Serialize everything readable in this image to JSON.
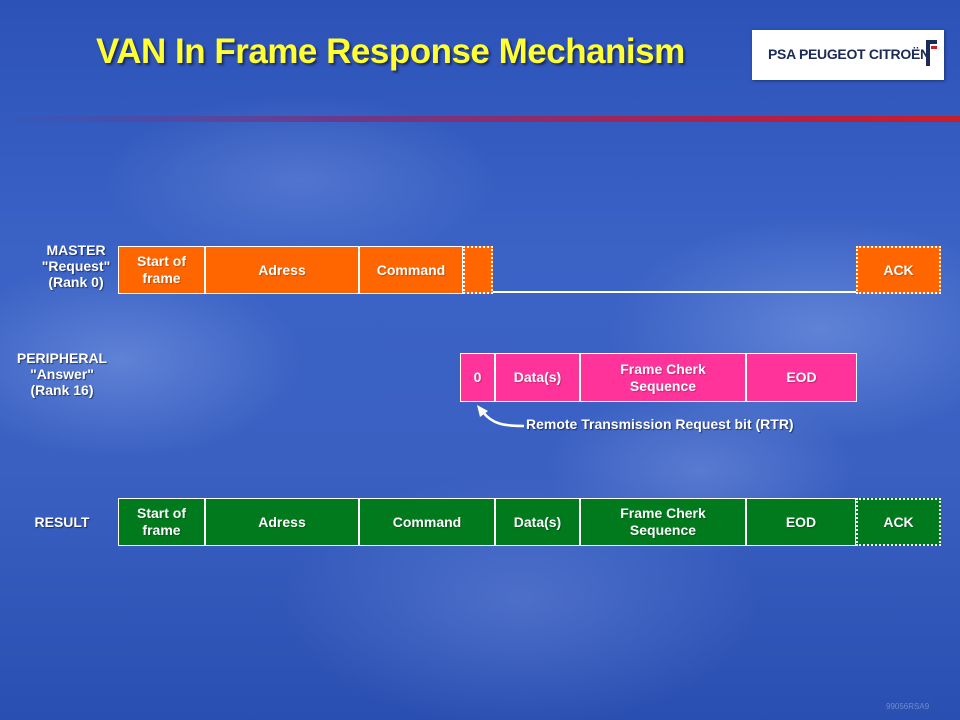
{
  "header": {
    "title": "VAN In Frame Response Mechanism",
    "logo": "PSA PEUGEOT CITROËN"
  },
  "rows": {
    "master": {
      "label": "MASTER\n\"Request\"\n(Rank 0)",
      "cells": {
        "start": "Start of\nframe",
        "address": "Adress",
        "command": "Command",
        "ack": "ACK"
      }
    },
    "peripheral": {
      "label": "PERIPHERAL\n\"Answer\"\n(Rank 16)",
      "cells": {
        "rtr": "0",
        "data": "Data(s)",
        "fcs": "Frame Cherk\nSequence",
        "eod": "EOD"
      },
      "annotation": "Remote Transmission Request bit (RTR)"
    },
    "result": {
      "label": "RESULT",
      "cells": {
        "start": "Start of\nframe",
        "address": "Adress",
        "command": "Command",
        "data": "Data(s)",
        "fcs": "Frame Cherk\nSequence",
        "eod": "EOD",
        "ack": "ACK"
      }
    }
  },
  "footer": {
    "code": "99056RSA9"
  },
  "colors": {
    "title": "#ffff33",
    "master": "#ff6600",
    "peripheral": "#ff3399",
    "result": "#007a1c",
    "background": "#3b63c6"
  }
}
